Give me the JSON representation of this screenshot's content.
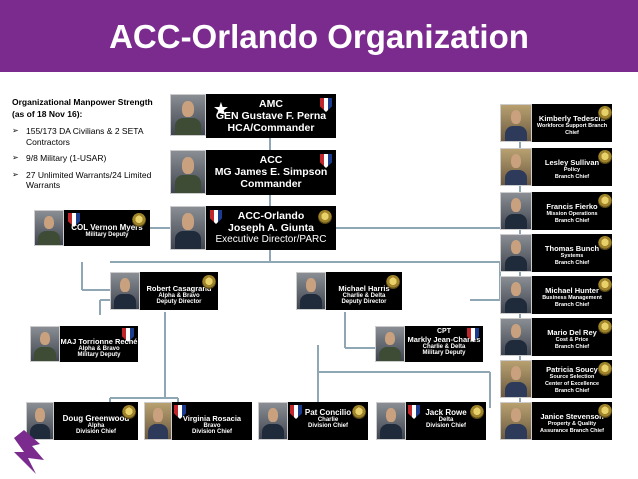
{
  "title": "ACC-Orlando Organization",
  "strength": {
    "heading_line1": "Organizational Manpower Strength",
    "heading_line2": "(as of 18 Nov 16):",
    "items": [
      "155/173 DA Civilians & 2 SETA Contractors",
      "9/8 Military (1-USAR)",
      "27 Unlimited Warrants/24 Limited Warrants"
    ]
  },
  "amc": {
    "org": "AMC",
    "name": "GEN Gustave F. Perna",
    "role": "HCA/Commander"
  },
  "acc": {
    "org": "ACC",
    "name": "MG James E. Simpson",
    "role": "Commander"
  },
  "orlando": {
    "org": "ACC-Orlando",
    "name": "Joseph A. Giunta",
    "role": "Executive Director/PARC"
  },
  "deputy": {
    "name": "COL Vernon Myers",
    "role": "Military Deputy"
  },
  "casagrand": {
    "name": "Robert Casagrand",
    "line1": "Alpha & Bravo",
    "line2": "Deputy Director"
  },
  "harris": {
    "name": "Michael Harris",
    "line1": "Charlie & Delta",
    "line2": "Deputy Director"
  },
  "reche": {
    "name": "MAJ Torrionne Reché",
    "line1": "Alpha & Bravo",
    "line2": "Military Deputy"
  },
  "jeancharles": {
    "rank": "CPT",
    "name": "Markly Jean-Charles",
    "line1": "Charlie & Delta",
    "line2": "Military Deputy"
  },
  "greenwood": {
    "name": "Doug Greenwood",
    "line1": "Alpha",
    "line2": "Division Chief"
  },
  "rosacia": {
    "name": "Virginia Rosacia",
    "line1": "Bravo",
    "line2": "Division Chief"
  },
  "concilio": {
    "name": "Pat Concilio",
    "line1": "Charlie",
    "line2": "Division Chief"
  },
  "rowe": {
    "name": "Jack Rowe",
    "line1": "Delta",
    "line2": "Division Chief"
  },
  "right_column": [
    {
      "name": "Kimberly Tedeschi",
      "line1": "Workforce Support Branch",
      "line2": "Chief"
    },
    {
      "name": "Lesley Sullivan",
      "line1": "Policy",
      "line2": "Branch Chief"
    },
    {
      "name": "Francis Fierko",
      "line1": "Mission Operations",
      "line2": "Branch Chief"
    },
    {
      "name": "Thomas Bunch",
      "line1": "Systems",
      "line2": "Branch Chief"
    },
    {
      "name": "Michael Hunter",
      "line1": "Business Management",
      "line2": "Branch Chief"
    },
    {
      "name": "Mario Del Rey",
      "line1": "Cost & Price",
      "line2": "Branch Chief"
    },
    {
      "name": "Patricia Soucy",
      "line1": "Source Selection",
      "line2": "Center of Excellence",
      "line3": "Branch Chief"
    },
    {
      "name": "Janice Stevenson",
      "line1": "Property & Quality",
      "line2": "Assurance Branch Chief"
    }
  ],
  "colors": {
    "header": "#7b2a8e",
    "box": "#000000",
    "connector": "#8fa7b5"
  }
}
